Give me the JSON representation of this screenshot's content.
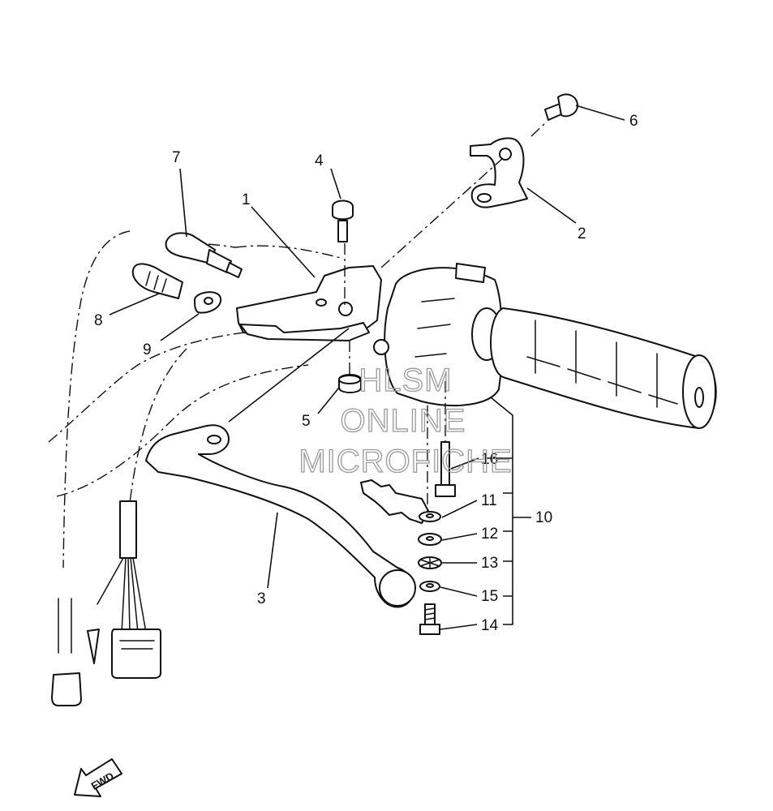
{
  "diagram": {
    "callouts": [
      "1",
      "2",
      "3",
      "4",
      "5",
      "6",
      "7",
      "8",
      "9",
      "10",
      "11",
      "12",
      "13",
      "14",
      "15",
      "16"
    ],
    "direction_label": "FWD",
    "watermark": [
      "HLSM",
      "ONLINE",
      "MICROFICHE"
    ]
  }
}
